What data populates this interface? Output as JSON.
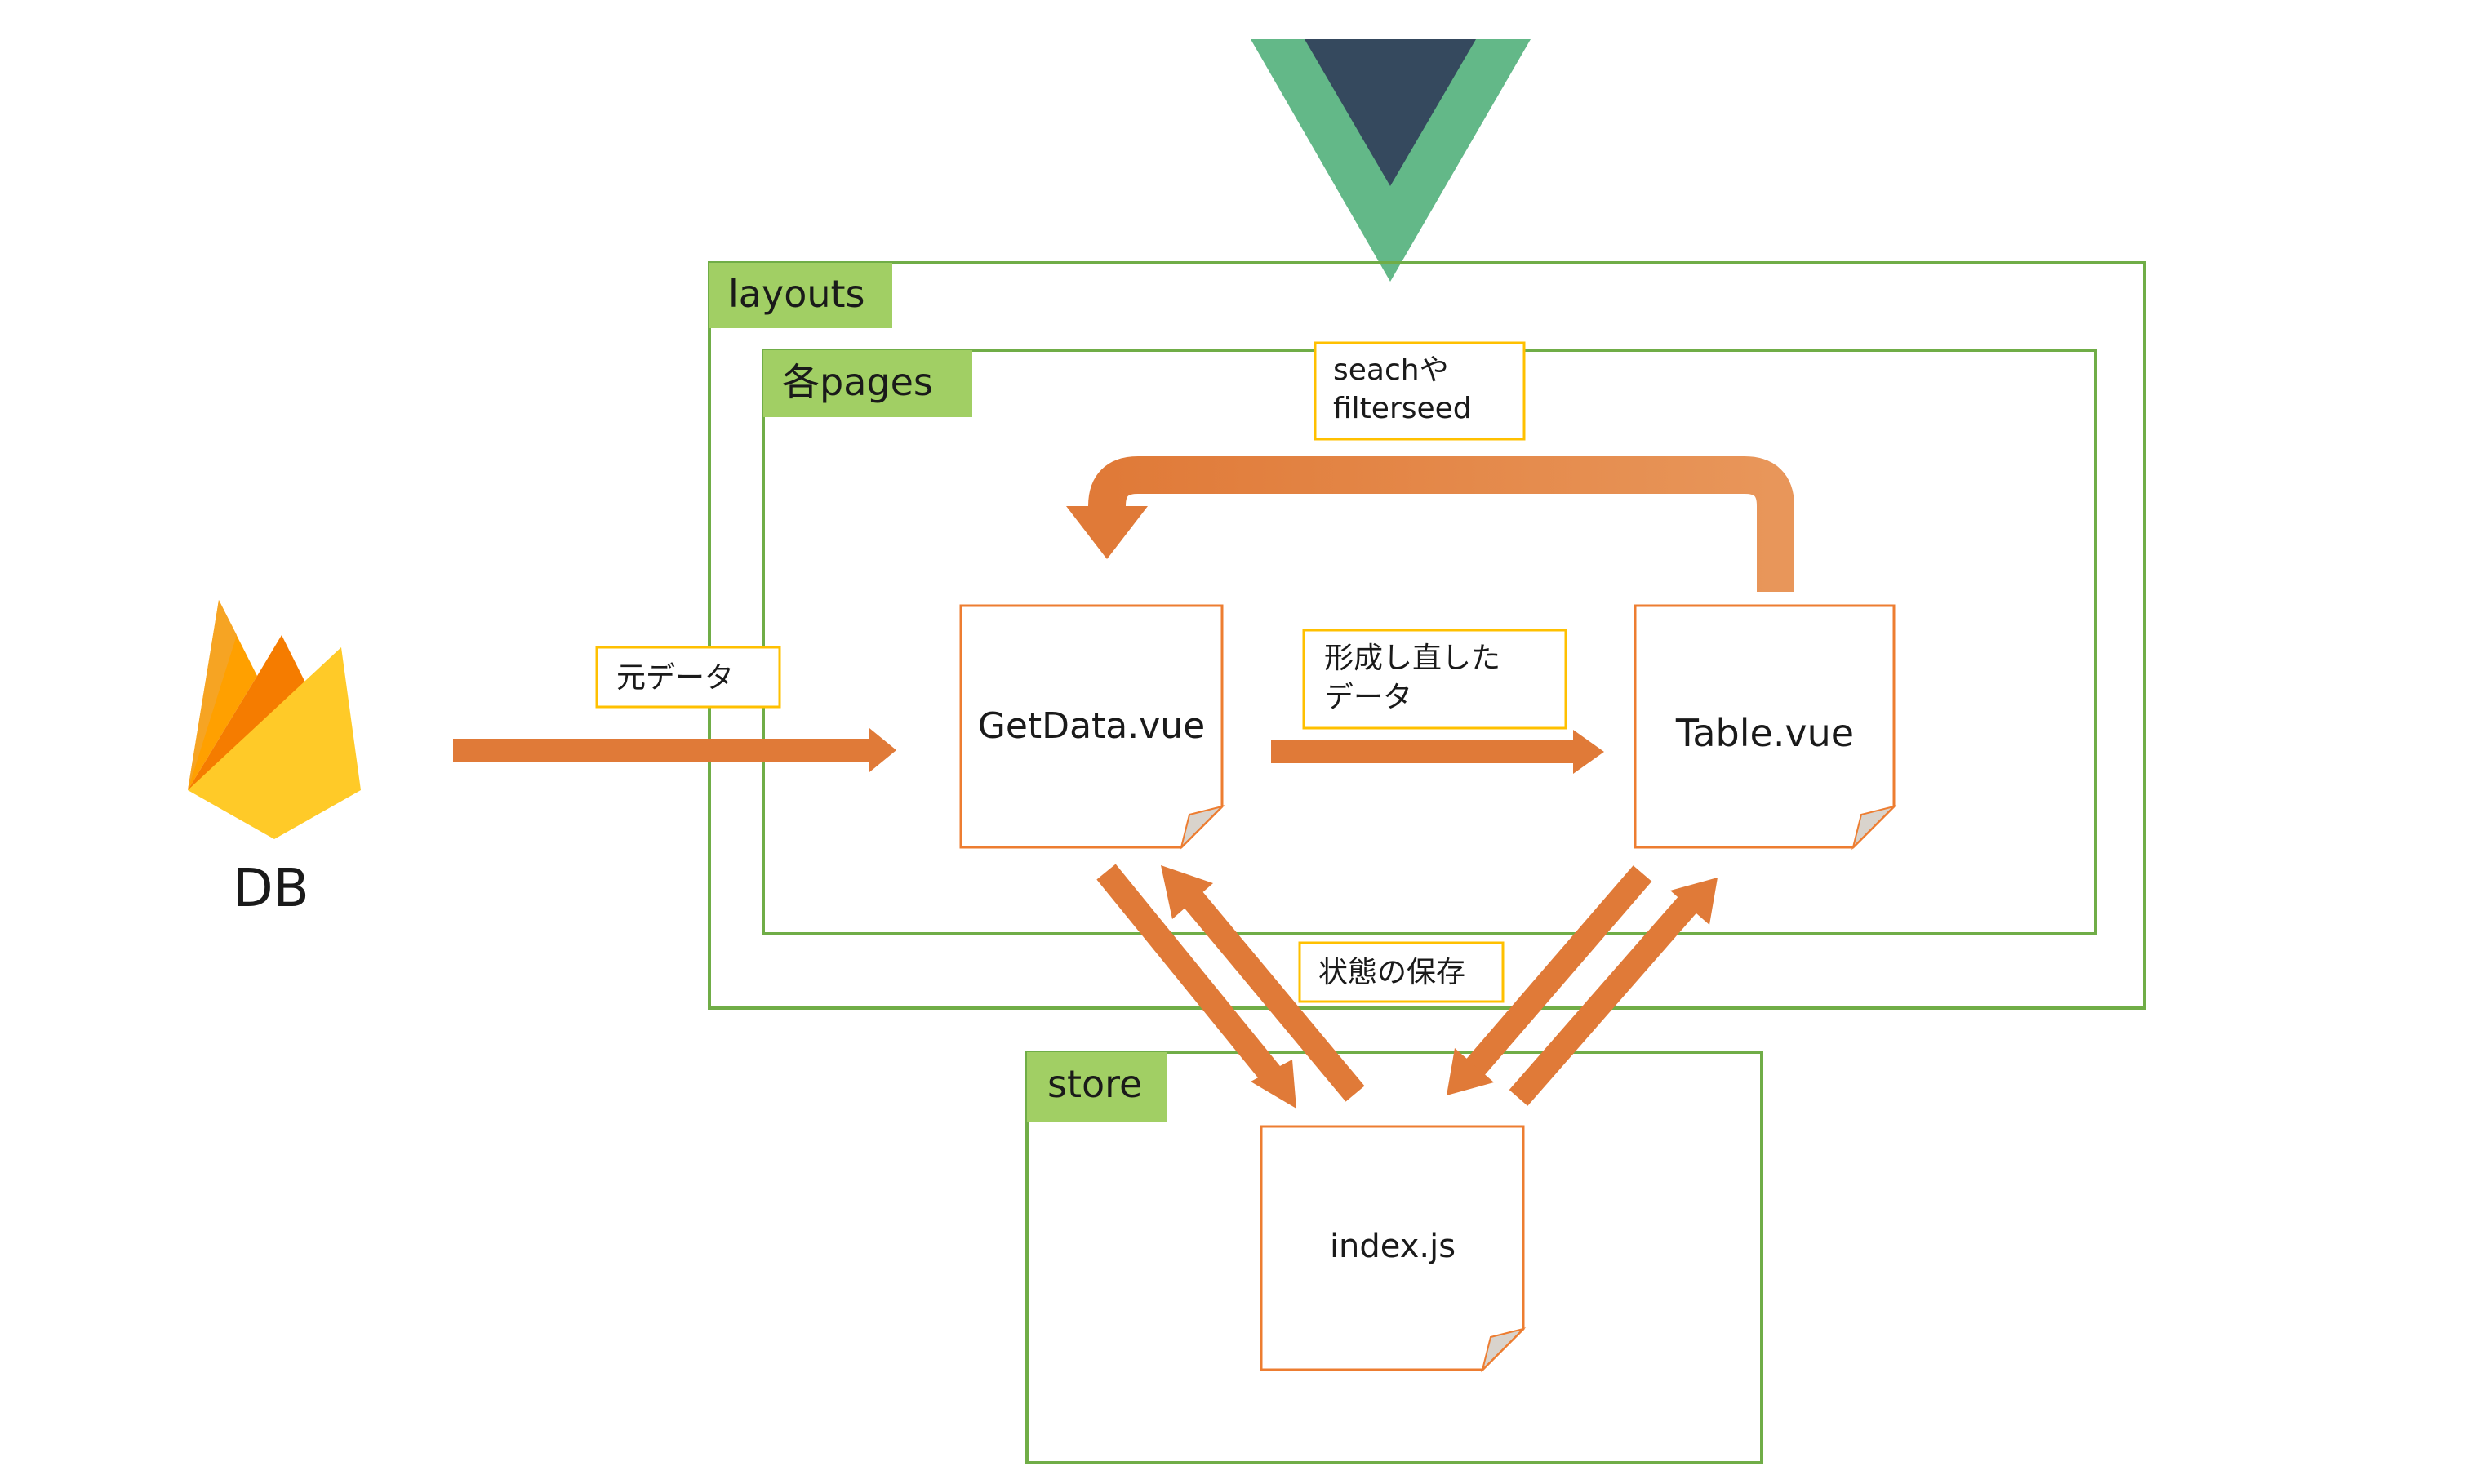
{
  "containers": {
    "layouts_label": "layouts",
    "pages_label": "各pages",
    "store_label": "store"
  },
  "files": {
    "getdata": "GetData.vue",
    "table": "Table.vue",
    "index": "index.js"
  },
  "db_label": "DB",
  "annotations": {
    "raw_data": "元データ",
    "reshaped_line1": "形成し直した",
    "reshaped_line2": "データ",
    "search_line1": "seachや",
    "search_line2": "filterseed",
    "state_save": "状態の保存"
  },
  "colors": {
    "container_border": "#70AD47",
    "label_fill": "#A1CF64",
    "file_border": "#ED7D31",
    "arrow": "#E07A38",
    "callout_border": "#FFC000",
    "vue_green": "#41B883",
    "vue_dark": "#35495E",
    "firebase_yellow": "#FFCA28",
    "firebase_orange": "#F6A423",
    "firebase_dark": "#E5862A"
  },
  "icons": {
    "logo_top": "vue-logo-icon",
    "db_logo": "firebase-logo-icon",
    "file_corner": "folded-corner-icon"
  }
}
